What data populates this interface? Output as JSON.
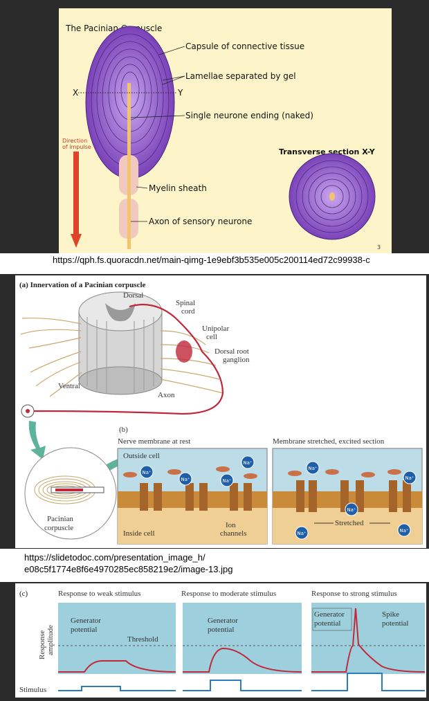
{
  "pacinian": {
    "title": "The Pacinian Corpuscle",
    "labels": {
      "capsule": "Capsule of connective tissue",
      "lamellae": "Lamellae separated by gel",
      "x": "X",
      "y": "Y",
      "neurone_ending": "Single neurone ending (naked)",
      "direction_1": "Direction",
      "direction_2": "of impulse",
      "transverse": "Transverse section X-Y",
      "myelin": "Myelin sheath",
      "axon": "Axon of sensory neurone",
      "slide_number": "3"
    },
    "source_url": "https://qph.fs.quoracdn.net/main-qimg-1e9ebf3b535e005c200114ed72c99938-c"
  },
  "innervation": {
    "part_a_title": "(a) Innervation of a Pacinian corpuscle",
    "labels": {
      "dorsal": "Dorsal",
      "spinal_cord_1": "Spinal",
      "spinal_cord_2": "cord",
      "unipolar_1": "Unipolar",
      "unipolar_2": "cell",
      "ganglion_1": "Dorsal root",
      "ganglion_2": "ganglion",
      "ventral": "Ventral",
      "axon": "Axon",
      "pacinian_1": "Pacinian",
      "pacinian_2": "corpuscle"
    },
    "part_b": "(b)",
    "rest_title": "Nerve membrane at rest",
    "stretched_title": "Membrane stretched, excited section",
    "outside_cell": "Outside cell",
    "inside_cell": "Inside cell",
    "ion_1": "Ion",
    "ion_2": "channels",
    "stretched": "Stretched",
    "ion": "Na⁺"
  },
  "source_url_2a": "https://slidetodoc.com/presentation_image_h/",
  "source_url_2b": "e08c5f1774e8f6e4970285ec858219e2/image-13.jpg",
  "response": {
    "part_c": "(c)",
    "panel_titles": [
      "Response to weak stimulus",
      "Response to moderate stimulus",
      "Response to strong stimulus"
    ],
    "y_label_1": "Response",
    "y_label_2": "amplitude",
    "generator_1": "Generator",
    "generator_2": "potential",
    "threshold": "Threshold",
    "spike_1": "Spike",
    "spike_2": "potential",
    "stimulus": "Stimulus"
  },
  "colors": {
    "slide_bg": "#fdf5c9",
    "corpuscle": "#8c5ac8",
    "neurone": "#f2c46e",
    "myelin": "#f2c9c0",
    "arrow": "#e0452a",
    "outside_cell": "#bcdde8",
    "inside_cell": "#f0cf95",
    "membrane": "#c98a3a",
    "graph_bg": "#9ecfdc",
    "trace": "#c2283b",
    "stimulus": "#2a7ac0"
  }
}
